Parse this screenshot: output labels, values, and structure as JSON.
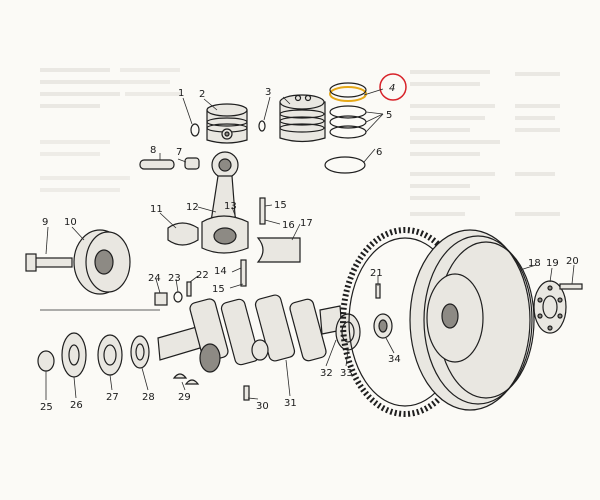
{
  "diagram": {
    "highlight_color": "#d8232a",
    "ring_highlight_color": "#e6a817",
    "labels": [
      "1",
      "2",
      "3",
      "4",
      "5",
      "6",
      "7",
      "8",
      "9",
      "10",
      "11",
      "12",
      "13",
      "14",
      "15",
      "15",
      "16",
      "17",
      "18",
      "19",
      "20",
      "21",
      "22",
      "23",
      "24",
      "25",
      "26",
      "27",
      "28",
      "29",
      "30",
      "31",
      "32",
      "33",
      "34"
    ]
  }
}
